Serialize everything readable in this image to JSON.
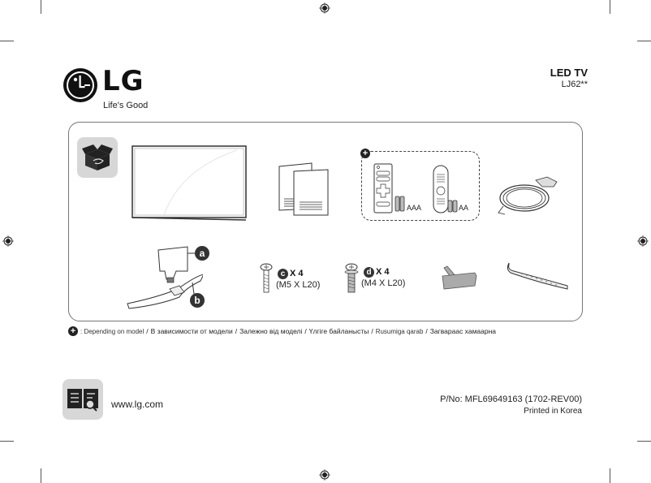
{
  "brand": {
    "logo_text": "LG",
    "tagline": "Life's Good"
  },
  "product": {
    "title": "LED TV",
    "model": "LJ62**"
  },
  "components": {
    "remote_basic_battery": "AAA",
    "remote_magic_battery": "AA",
    "screw_c": {
      "letter": "c",
      "quantity": "X 4",
      "spec": "(M5 X L20)"
    },
    "screw_d": {
      "letter": "d",
      "quantity": "X 4",
      "spec": "(M4 X L20)"
    },
    "stand_parts": {
      "part_a": "a",
      "part_b": "b"
    }
  },
  "footnote": {
    "symbol": "+",
    "text_en": ": Depending on model",
    "sep1": " / ",
    "text_ru": "В зависимости от модели",
    "sep2": " / ",
    "text_uk": "Залежно від моделі",
    "sep3": " / ",
    "text_kk": "Үлгіге байланысты",
    "sep4": " / ",
    "text_uz": "Rusumiga qarab",
    "sep5": " / ",
    "text_mn": "Загвараас хамаарна"
  },
  "footer": {
    "website": "www.lg.com",
    "part_number": "P/No: MFL69649163 (1702-REV00)",
    "printed": "Printed in Korea"
  },
  "colors": {
    "icon_box_bg": "#d7d7d7",
    "dark": "#222222",
    "border": "#777777"
  }
}
